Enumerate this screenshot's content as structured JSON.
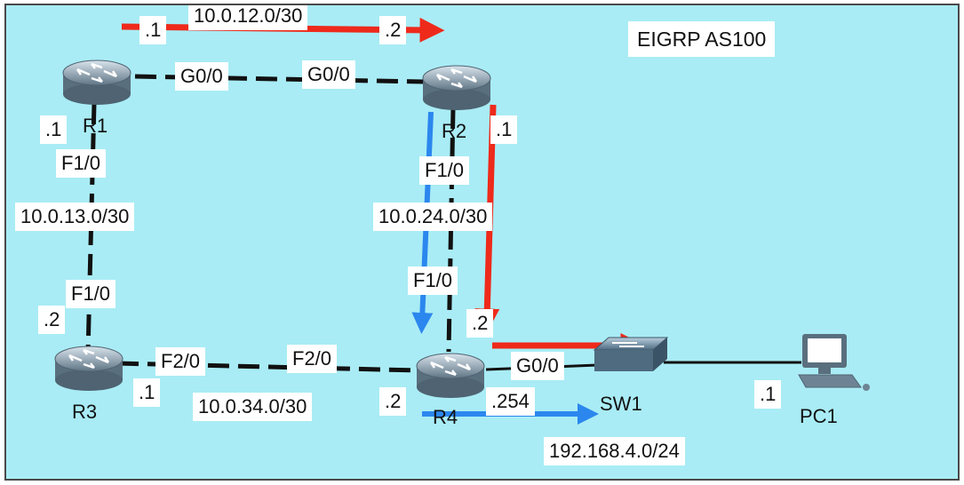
{
  "title": "EIGRP AS100",
  "devices": {
    "r1": "R1",
    "r2": "R2",
    "r3": "R3",
    "r4": "R4",
    "sw1": "SW1",
    "pc1": "PC1"
  },
  "networks": {
    "r1_r2": "10.0.12.0/30",
    "r1_r3": "10.0.13.0/30",
    "r2_r4": "10.0.24.0/30",
    "r3_r4": "10.0.34.0/30",
    "lan": "192.168.4.0/24"
  },
  "interfaces": {
    "r1_g00": "G0/0",
    "r2_g00": "G0/0",
    "r1_f10": "F1/0",
    "r3_f10": "F1/0",
    "r2_f10": "F1/0",
    "r4_f10": "F1/0",
    "r3_f20": "F2/0",
    "r4_f20": "F2/0",
    "r4_g00": "G0/0"
  },
  "host_addresses": {
    "r1_on_12": ".1",
    "r2_on_12": ".2",
    "r1_on_13": ".1",
    "r3_on_13": ".2",
    "r2_on_24": ".1",
    "r4_on_24": ".2",
    "r3_on_34": ".1",
    "r4_on_34": ".2",
    "r4_on_lan": ".254",
    "pc1_on_lan": ".1"
  },
  "colors": {
    "background": "#a9ecf5",
    "path_primary": "#ee2a1b",
    "path_secondary": "#2b87ee",
    "link": "#111111"
  }
}
